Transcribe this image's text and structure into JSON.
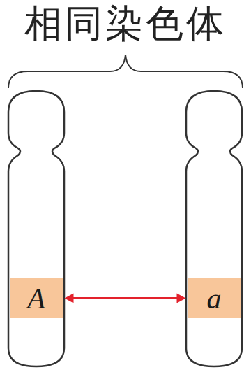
{
  "diagram": {
    "title": "相同染色体",
    "nodes": [
      {
        "text": [
          "A"
        ]
      },
      {
        "text": [
          "a"
        ]
      }
    ],
    "edges": [
      {
        "from": 0,
        "to": 1,
        "arrow": "both"
      }
    ]
  }
}
